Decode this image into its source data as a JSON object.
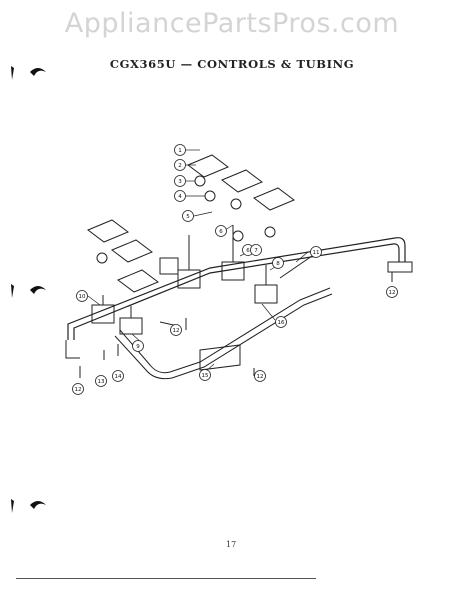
{
  "watermark": {
    "text": "AppliancePartsPros.com"
  },
  "page": {
    "title": "CGX365U — CONTROLS & TUBING",
    "page_number": "17"
  },
  "callouts": [
    "1",
    "2",
    "3",
    "4",
    "5",
    "6",
    "6",
    "7",
    "8",
    "9",
    "10",
    "11",
    "12",
    "12",
    "12",
    "12",
    "13",
    "14",
    "15",
    "16"
  ],
  "colors": {
    "ink": "#222222",
    "watermark": "#d4d4d4"
  }
}
